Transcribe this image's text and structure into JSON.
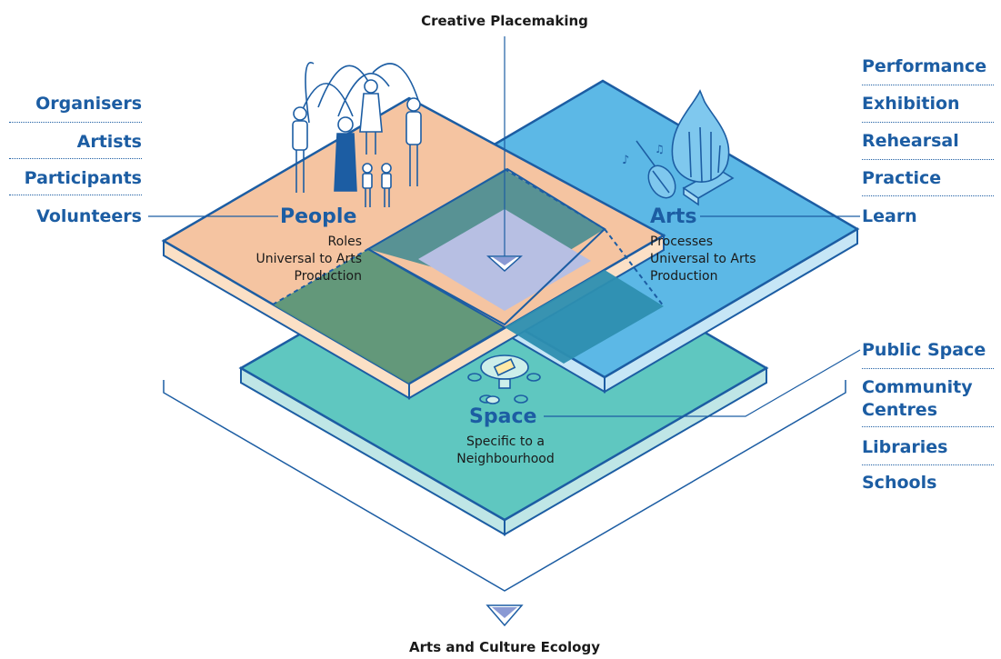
{
  "title_top": "Creative Placemaking",
  "title_bottom": "Arts and Culture Ecology",
  "people": {
    "heading": "People",
    "description": [
      "Roles",
      "Universal to Arts",
      "Production"
    ],
    "roles": [
      "Organisers",
      "Artists",
      "Participants",
      "Volunteers"
    ]
  },
  "arts": {
    "heading": "Arts",
    "description": [
      "Processes",
      "Universal to Arts",
      "Production"
    ],
    "activities": [
      "Performance",
      "Exhibition",
      "Rehearsal",
      "Practice",
      "Learn"
    ]
  },
  "space": {
    "heading": "Space",
    "description": [
      "Specific to a",
      "Neighbourhood"
    ],
    "places": [
      "Public Space",
      "Community Centres",
      "Libraries",
      "Schools"
    ]
  },
  "colors": {
    "accent_blue": "#1c5da3",
    "people_fill": "#f5c4a1",
    "arts_fill": "#5cb8e6",
    "space_fill": "#5fc7c0",
    "center_fill": "#b7bfe3"
  },
  "icons": [
    "people-illustration-icon",
    "violin-icon",
    "gourd-sculpture-icon",
    "table-icon",
    "down-triangle-icon"
  ]
}
